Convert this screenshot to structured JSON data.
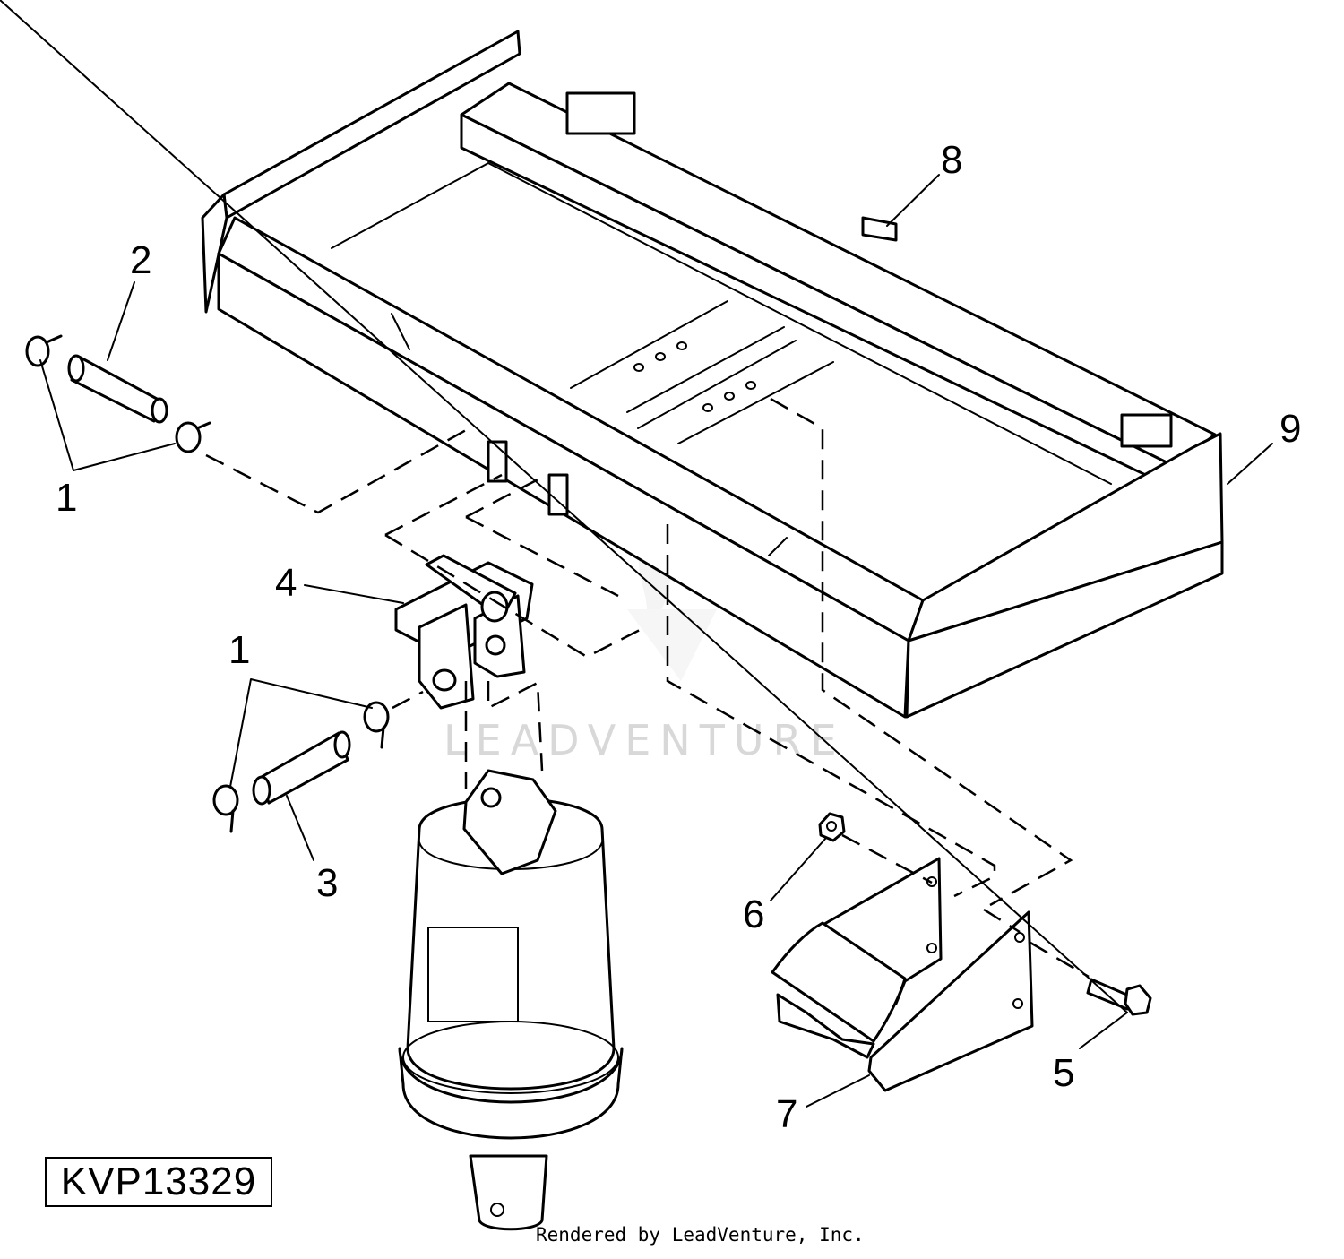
{
  "figure_code": "KVP13329",
  "credit": "Rendered by LeadVenture, Inc.",
  "watermark": "LEADVENTURE",
  "callouts": [
    {
      "id": "callout-1-top",
      "label": "1"
    },
    {
      "id": "callout-2",
      "label": "2"
    },
    {
      "id": "callout-3",
      "label": "3"
    },
    {
      "id": "callout-4",
      "label": "4"
    },
    {
      "id": "callout-1-mid",
      "label": "1"
    },
    {
      "id": "callout-5",
      "label": "5"
    },
    {
      "id": "callout-6",
      "label": "6"
    },
    {
      "id": "callout-7",
      "label": "7"
    },
    {
      "id": "callout-8",
      "label": "8"
    },
    {
      "id": "callout-9",
      "label": "9"
    }
  ]
}
